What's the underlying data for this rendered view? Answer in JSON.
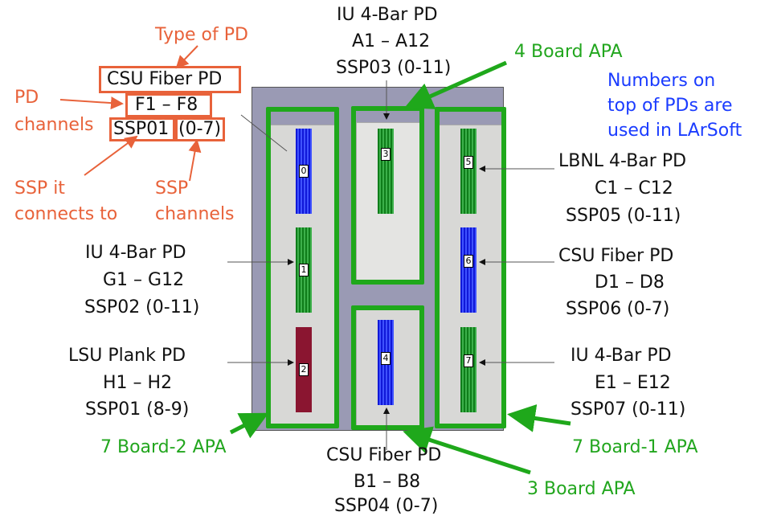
{
  "legend": {
    "type_of_pd": "Type of PD",
    "csu_fiber_pd": "CSU Fiber PD",
    "pd_label": "PD",
    "channels_label": "channels",
    "channel_range": "F1 – F8",
    "ssp": "SSP01",
    "ssp_channels": "(0-7)",
    "ssp_it": "SSP it",
    "connects_to": "connects to",
    "ssp_word": "SSP",
    "channels_word": "channels"
  },
  "top_label": {
    "line1": "IU 4-Bar PD",
    "line2": "A1 – A12",
    "line3": "SSP03 (0-11)"
  },
  "bottom_label": {
    "line1": "CSU Fiber PD",
    "line2": "B1 – B8",
    "line3": "SSP04 (0-7)"
  },
  "left_labels": [
    {
      "line1": "IU 4-Bar PD",
      "line2": "G1 – G12",
      "line3": "SSP02 (0-11)"
    },
    {
      "line1": "LSU Plank PD",
      "line2": "H1 – H2",
      "line3": "SSP01 (8-9)"
    }
  ],
  "right_labels": [
    {
      "line1": "LBNL 4-Bar PD",
      "line2": "C1 – C12",
      "line3": "SSP05 (0-11)"
    },
    {
      "line1": "CSU Fiber PD",
      "line2": "D1 – D8",
      "line3": "SSP06 (0-7)"
    },
    {
      "line1": "IU 4-Bar PD",
      "line2": "E1 – E12",
      "line3": "SSP07 (0-11)"
    }
  ],
  "apa_labels": {
    "four_board": "4 Board APA",
    "three_board": "3 Board APA",
    "seven_board_2": "7 Board-2 APA",
    "seven_board_1": "7 Board-1 APA"
  },
  "note": {
    "line1": "Numbers on",
    "line2": "top of PDs are",
    "line3": "used in LArSoft"
  },
  "pds": [
    {
      "num": "0",
      "color": "blue"
    },
    {
      "num": "1",
      "color": "green"
    },
    {
      "num": "2",
      "color": "red"
    },
    {
      "num": "3",
      "color": "green"
    },
    {
      "num": "4",
      "color": "blue"
    },
    {
      "num": "5",
      "color": "green"
    },
    {
      "num": "6",
      "color": "blue"
    },
    {
      "num": "7",
      "color": "green"
    }
  ],
  "colors": {
    "orange": "#e8623a",
    "green": "#1fa81b",
    "blue": "#1b3cff"
  }
}
